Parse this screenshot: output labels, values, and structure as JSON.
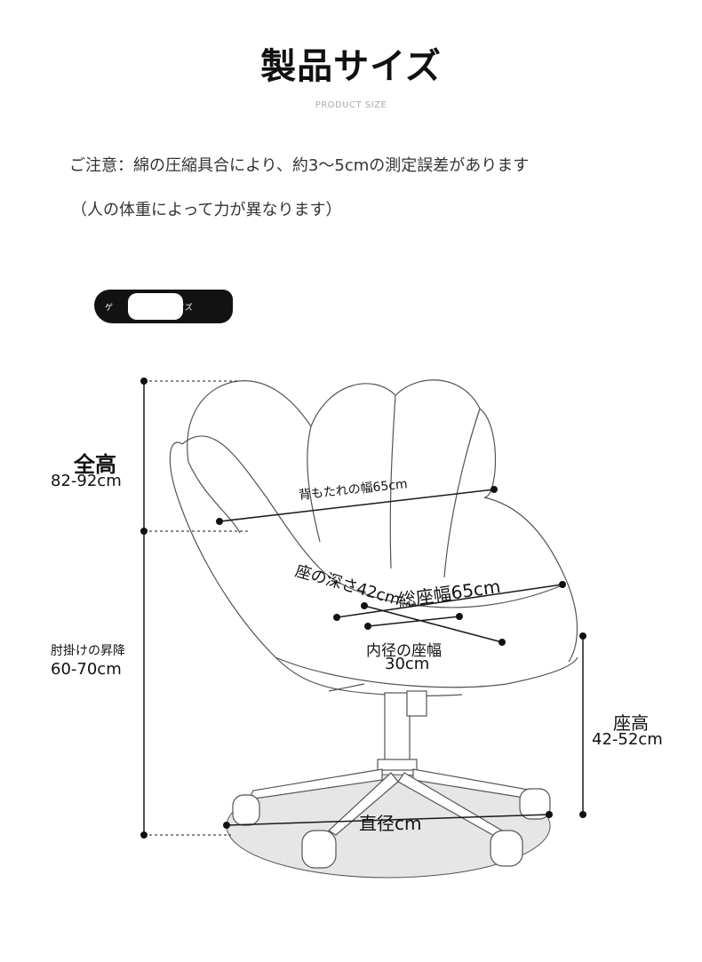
{
  "header": {
    "title": "製品サイズ",
    "subtitle": "PRODUCT SIZE"
  },
  "notes": {
    "line1": "ご注意：綿の圧縮具合により、約3～5cmの測定誤差があります",
    "line2": "（人の体重によって力が異なります）"
  },
  "badge": {
    "text": "ゲ　　　　　アのサイズ"
  },
  "dimensions": {
    "total_height": {
      "label": "全高",
      "value": "82-92cm"
    },
    "backrest_width": {
      "label": "背もたれの幅65cm"
    },
    "seat_depth": {
      "label": "座の深さ42cm"
    },
    "total_seat_width": {
      "label": "総座幅65cm"
    },
    "inner_seat_width": {
      "label": "内径の座幅",
      "value": "30cm"
    },
    "armrest_lift": {
      "label": "肘掛けの昇降",
      "value": "60-70cm"
    },
    "seat_height": {
      "label": "座高",
      "value": "42-52cm"
    },
    "diameter": {
      "label": "直径cm"
    }
  },
  "colors": {
    "line": "#333333",
    "base_shadow": "#e6e6e6"
  }
}
